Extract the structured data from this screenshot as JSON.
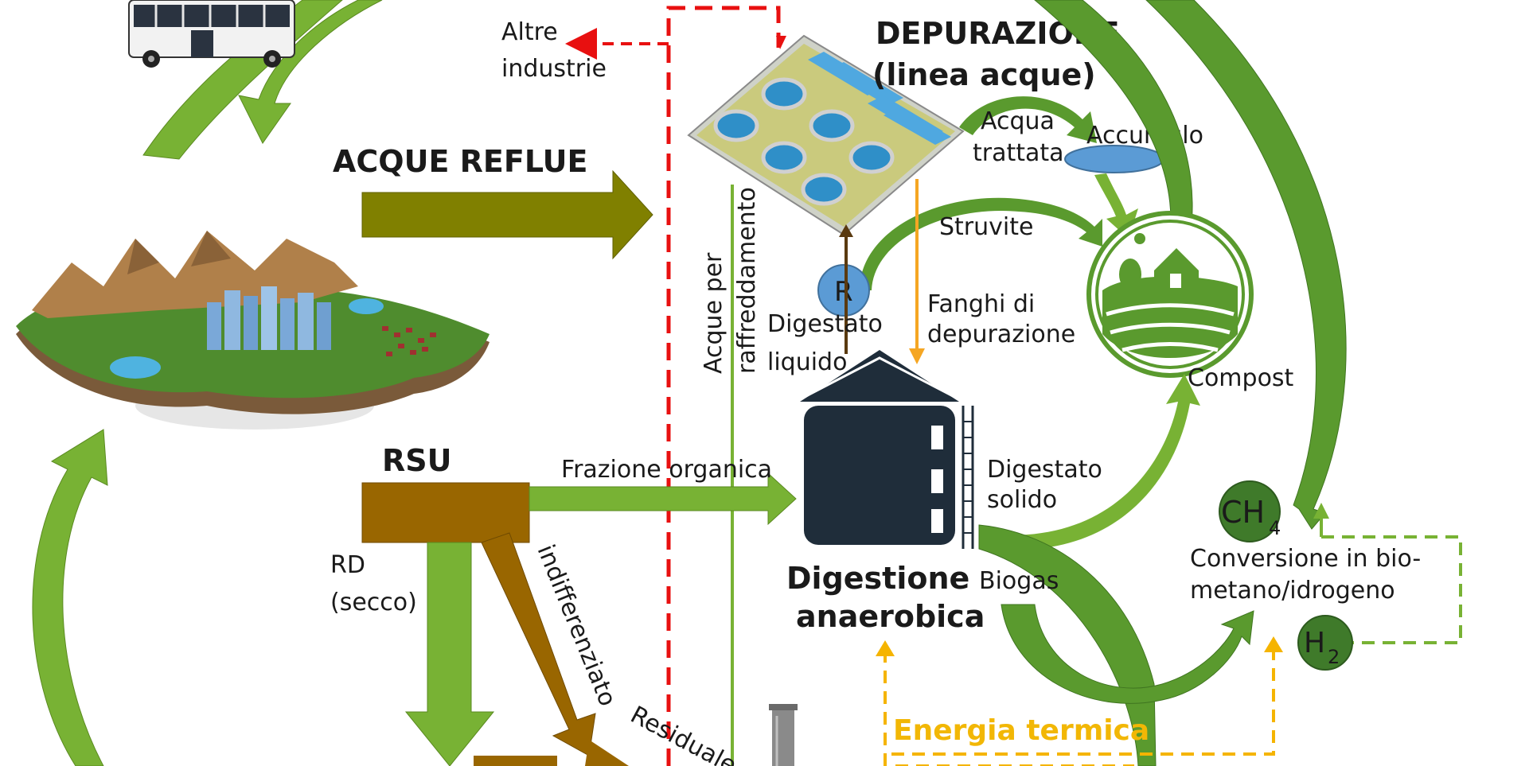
{
  "nodes": {
    "depurazione": {
      "line1": "DEPURAZIONE",
      "line2": "(linea acque)"
    },
    "digestione": {
      "line1": "Digestione",
      "line2": "anaerobica"
    },
    "rsu": "RSU",
    "conversione": {
      "line1": "Conversione in bio-",
      "line2": "metano/idrogeno"
    }
  },
  "flows": {
    "acque_reflue": "ACQUE REFLUE",
    "altre_industrie": {
      "line1": "Altre",
      "line2": "industrie"
    },
    "acqua_trattata": {
      "line1": "Acqua",
      "line2": "trattata"
    },
    "accumulo": "Accumulo",
    "struvite": "Struvite",
    "r_marker": "R",
    "digestato_liquido": {
      "line1": "Digestato",
      "line2": "liquido"
    },
    "fanghi": {
      "line1": "Fanghi di",
      "line2": "depurazione"
    },
    "acque_raffreddamento": {
      "line1": "Acque per",
      "line2": "raffreddamento"
    },
    "compost": "Compost",
    "frazione_organica": "Frazione organica",
    "digestato_solido": {
      "line1": "Digestato",
      "line2": "solido"
    },
    "biogas": "Biogas",
    "rd_secco": {
      "line1": "RD",
      "line2": "(secco)"
    },
    "indifferenziato": "indifferenziato",
    "residuale": "Residuale",
    "energia_termica": "Energia termica"
  },
  "gases": {
    "ch4": {
      "base": "CH",
      "sub": "4"
    },
    "h2": {
      "base": "H",
      "sub": "2"
    }
  },
  "colors": {
    "green": "#78b234",
    "dark_green": "#5a9a2e",
    "olive": "#808000",
    "brown": "#996600",
    "red_dashed": "#e81010",
    "orange": "#f5a623",
    "yellow": "#f5b400",
    "energy_text": "#f2b705",
    "blue_marker": "#5b9bd5",
    "tank": "#1f2d3a"
  }
}
